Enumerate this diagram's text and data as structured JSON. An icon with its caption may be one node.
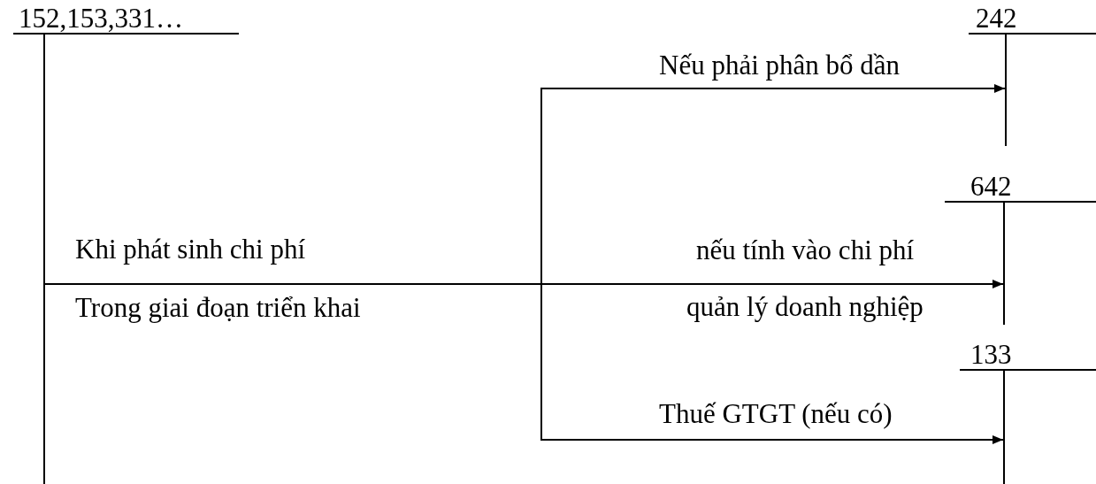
{
  "diagram": {
    "nodes": [
      {
        "text": [
          "152,153,331…"
        ]
      },
      {
        "text": [
          "242"
        ]
      },
      {
        "text": [
          "642"
        ]
      },
      {
        "text": [
          "133"
        ]
      }
    ],
    "edges": [
      {
        "from": 0,
        "to": 1,
        "arrow": "to",
        "label": "Nếu phải phân bổ dần"
      },
      {
        "from": 0,
        "to": 2,
        "arrow": "to",
        "label": "nếu tính vào chi phí quản lý doanh nghiệp"
      },
      {
        "from": 0,
        "to": 3,
        "arrow": "to",
        "label": "Thuế GTGT (nếu có)"
      }
    ],
    "labels": [
      "Khi phát sinh chi phí",
      "Trong giai đoạn triển khai"
    ]
  }
}
